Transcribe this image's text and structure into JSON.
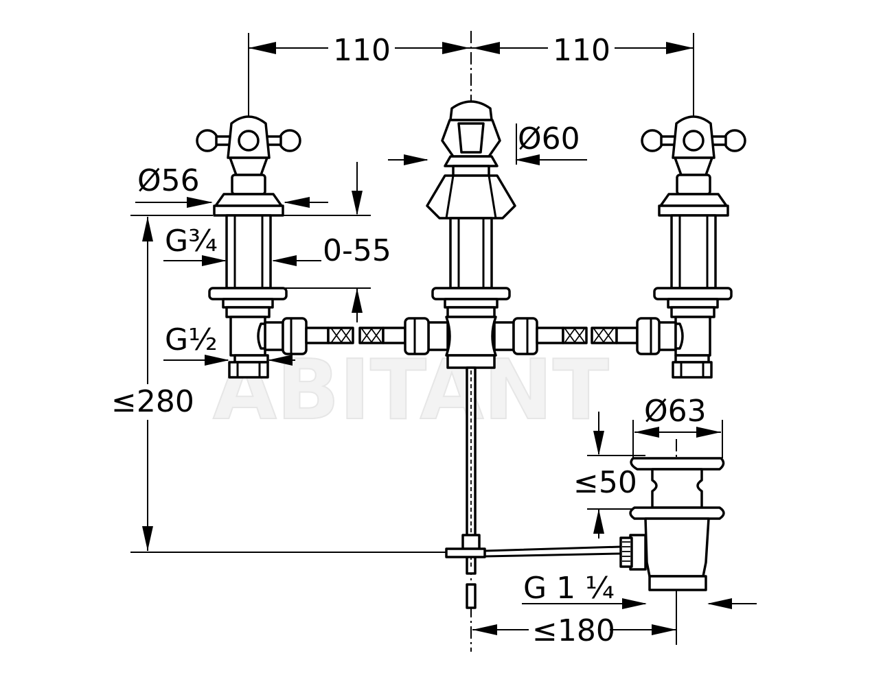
{
  "watermark": "ABITANT",
  "dimensions": {
    "spacing_left": "110",
    "spacing_right": "110",
    "spout_diameter": "Ø60",
    "handle_base_diameter": "Ø56",
    "thread_g34": "G¾",
    "deck_thickness": "0-55",
    "thread_g12": "G½",
    "max_height": "≤280",
    "waste_diameter": "Ø63",
    "waste_height": "≤50",
    "waste_thread": "G 1 ¼",
    "waste_offset": "≤180"
  }
}
